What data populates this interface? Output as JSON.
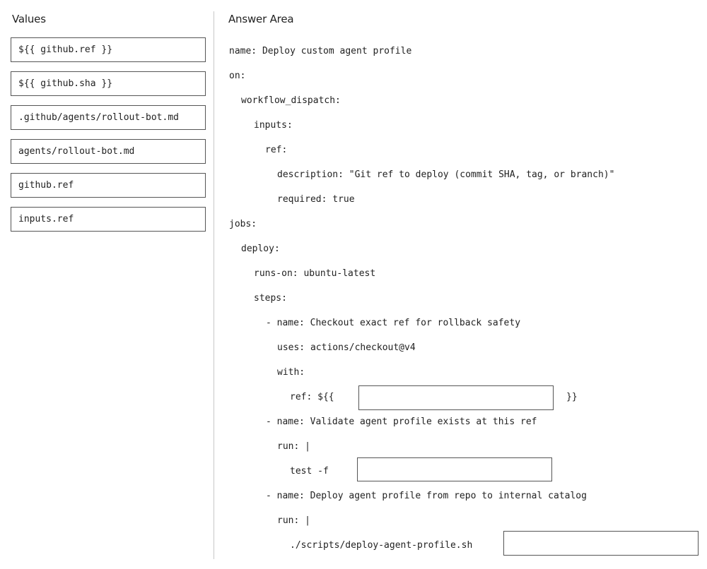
{
  "values_panel": {
    "heading": "Values",
    "items": [
      "${{ github.ref }}",
      "${{ github.sha }}",
      ".github/agents/rollout-bot.md",
      "agents/rollout-bot.md",
      "github.ref",
      "inputs.ref"
    ]
  },
  "answer_panel": {
    "heading": "Answer Area",
    "lines": [
      "name: Deploy custom agent profile",
      "on:",
      "workflow_dispatch:",
      "inputs:",
      "ref:",
      "description: \"Git ref to deploy (commit SHA, tag, or branch)\"",
      "required: true",
      "jobs:",
      "deploy:",
      "runs-on: ubuntu-latest",
      "steps:",
      "- name: Checkout exact ref for rollback safety",
      "uses: actions/checkout@v4",
      "with:",
      "ref: ${{",
      "}}",
      "- name: Validate agent profile exists at this ref",
      "run: |",
      "test -f",
      "- name: Deploy agent profile from repo to internal catalog",
      "run: |",
      "./scripts/deploy-agent-profile.sh"
    ]
  }
}
